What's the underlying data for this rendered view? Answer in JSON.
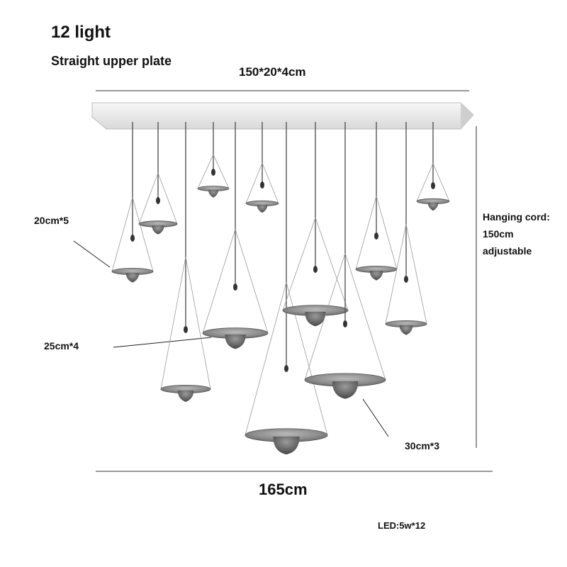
{
  "heading": {
    "title": "12 light",
    "subtitle": "Straight upper plate",
    "plate_dimensions": "150*20*4cm"
  },
  "annotations": {
    "shade_20": "20cm*5",
    "shade_25": "25cm*4",
    "shade_30": "30cm*3",
    "hanging_cord_line1": "Hanging cord:",
    "hanging_cord_line2": "150cm",
    "hanging_cord_line3": "adjustable",
    "total_width": "165cm",
    "led_spec": "LED:5w*12"
  }
}
